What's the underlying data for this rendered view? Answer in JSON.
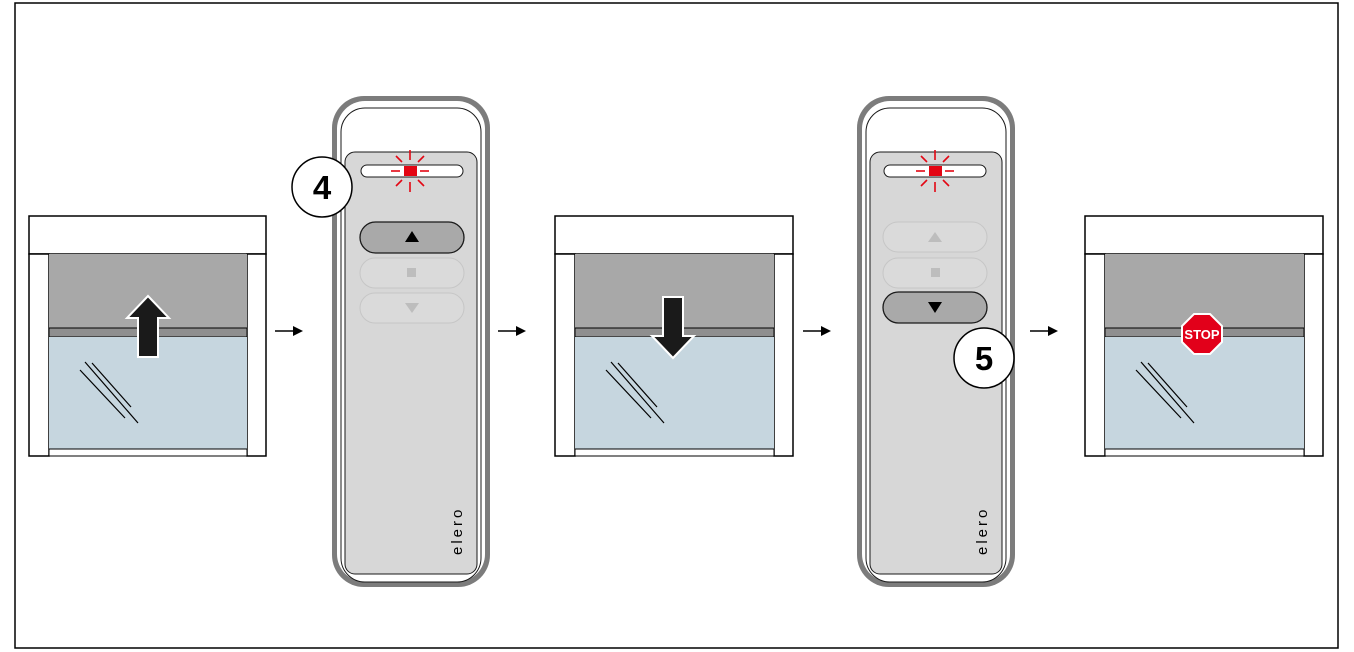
{
  "steps": [
    {
      "number": "4",
      "flow": "Roller shutter moving up, then press UP on the remote"
    },
    {
      "number": "5",
      "flow": "Roller shutter moving down, then press DOWN on the remote"
    }
  ],
  "remote": {
    "brand": "elero",
    "buttons": [
      "up",
      "stop",
      "down"
    ]
  },
  "stop_sign": {
    "label": "STOP"
  },
  "colors": {
    "frame_border": "#000000",
    "shutter_gray": "#a8a8a8",
    "glass_blue": "#c6d6df",
    "remote_body": "#d7d7d7",
    "remote_outer": "#7c7c7c",
    "led_red": "#e30613",
    "button_active": "#a9a9a9",
    "button_inactive": "#dadada",
    "stop_red": "#e2001a"
  }
}
